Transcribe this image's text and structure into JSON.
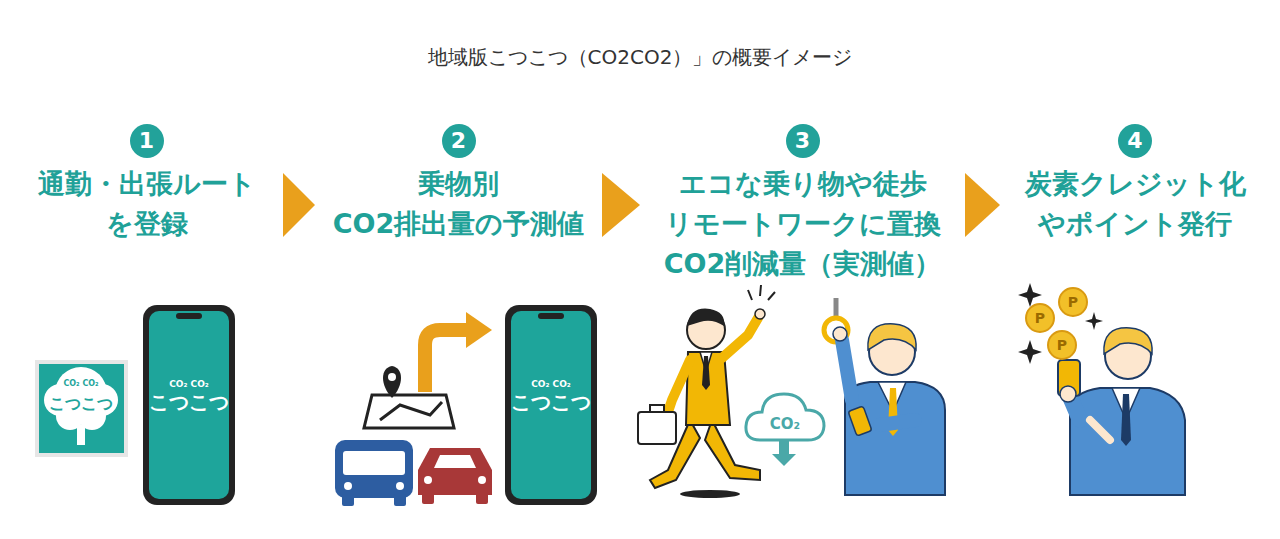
{
  "diagram": {
    "title": "地域版こつこつ（CO2CO2）」の概要イメージ",
    "nodes": [
      {
        "text": [
          "1",
          "通勤・出張ルート を登録"
        ]
      },
      {
        "text": [
          "2",
          "乗物別 CO2排出量の予測値"
        ]
      },
      {
        "text": [
          "3",
          "エコな乗り物や徒歩 リモートワークに置換 CO2削減量（実測値）"
        ]
      },
      {
        "text": [
          "4",
          "炭素クレジット化 やポイント発行"
        ]
      }
    ],
    "edges": [
      {
        "from": 0,
        "to": 1,
        "arrow": "to"
      },
      {
        "from": 1,
        "to": 2,
        "arrow": "to"
      },
      {
        "from": 2,
        "to": 3,
        "arrow": "to"
      }
    ],
    "labels": [
      "CO₂ CO₂",
      "こつこつ",
      "CO₂ CO₂",
      "こつこつ",
      "CO₂ CO₂",
      "こつこつ",
      "CO₂",
      "P",
      "P",
      "P"
    ]
  }
}
